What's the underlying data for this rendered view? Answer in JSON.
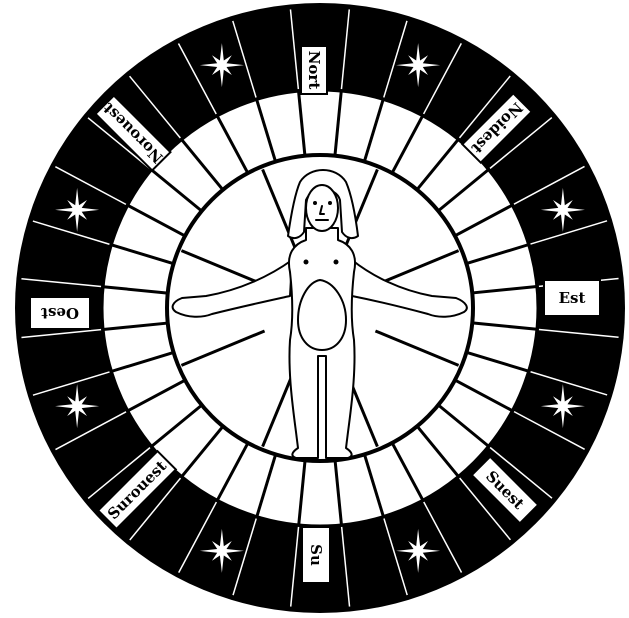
{
  "colors": {
    "ink": "#000000",
    "paper": "#ffffff"
  },
  "wind_labels": {
    "north": "Nort",
    "northeast": "Noidest",
    "east": "Est",
    "southeast": "Suest",
    "south": "Su",
    "southwest": "Surouest",
    "west": "Oest",
    "northwest": "Norouest"
  },
  "icons": {
    "star": "eight-point-star-icon",
    "figure": "standing-human-figure"
  }
}
